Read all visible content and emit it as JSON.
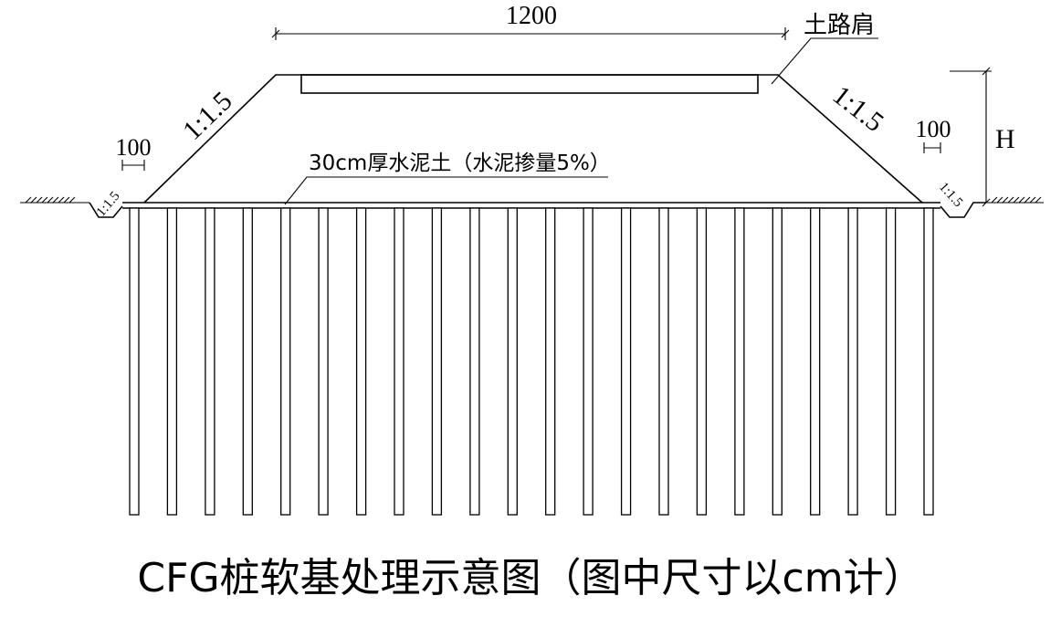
{
  "title": "CFG桩软基处理示意图（图中尺寸以cm计）",
  "labels": {
    "top_width": "1200",
    "shoulder": "土路肩",
    "slope_left": "1:1.5",
    "slope_right": "1:1.5",
    "berm_left": "100",
    "berm_right": "100",
    "ditch_slope_left": "1:1.5",
    "ditch_slope_right": "1:1.5",
    "height": "H",
    "cushion": "30cm厚水泥土（水泥掺量5%）"
  },
  "piles": {
    "count": 22
  }
}
